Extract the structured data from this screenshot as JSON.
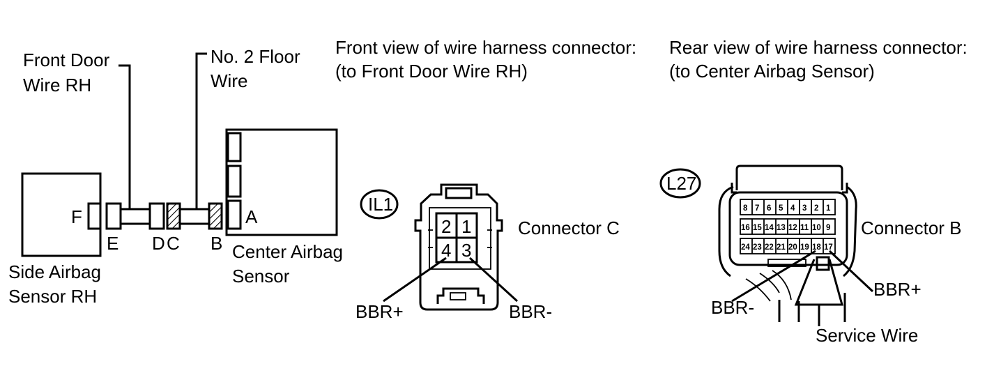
{
  "labels": {
    "front_door_wire_rh": [
      "Front Door",
      "Wire RH"
    ],
    "no2_floor_wire": [
      "No. 2 Floor",
      "Wire"
    ],
    "side_airbag_sensor_rh": [
      "Side Airbag",
      "Sensor RH"
    ],
    "center_airbag_sensor": [
      "Center Airbag",
      "Sensor"
    ],
    "connector_letters": {
      "F": "F",
      "E": "E",
      "D": "D",
      "C": "C",
      "B": "B",
      "A": "A"
    },
    "front_view_title": [
      "Front view of wire harness connector:",
      "(to Front Door Wire RH)"
    ],
    "rear_view_title": [
      "Rear view of wire harness connector:",
      "(to Center Airbag Sensor)"
    ],
    "connector_c": "Connector C",
    "connector_b": "Connector B",
    "il1_code": "IL1",
    "l27_code": "L27",
    "il1_pins": [
      "2",
      "1",
      "4",
      "3"
    ],
    "il1_pin_left": "BBR+",
    "il1_pin_right": "BBR-",
    "l27_row1": [
      "8",
      "7",
      "6",
      "5",
      "4",
      "3",
      "2",
      "1"
    ],
    "l27_row2": [
      "16",
      "15",
      "14",
      "13",
      "12",
      "11",
      "10",
      "9"
    ],
    "l27_row3": [
      "24",
      "23",
      "22",
      "21",
      "20",
      "19",
      "18",
      "17"
    ],
    "l27_pin_left": "BBR-",
    "l27_pin_right": "BBR+",
    "service_wire": "Service Wire"
  }
}
